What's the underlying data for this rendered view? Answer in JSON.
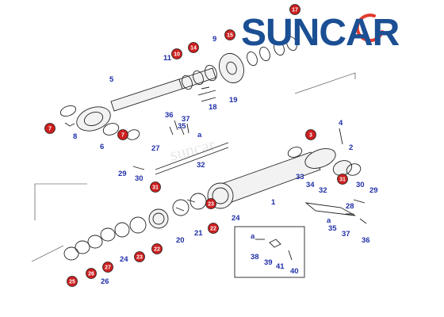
{
  "brand": {
    "logo_text": "SUNCAR",
    "watermark_text": "suncar"
  },
  "colors": {
    "brand_blue": "#1b4f93",
    "brand_arc": "#e23a2e",
    "callout_red": "#cc1f1f",
    "label_blue": "#1f2fa8"
  },
  "labels": [
    "1",
    "2",
    "4",
    "5",
    "6",
    "8",
    "9",
    "11",
    "18",
    "19",
    "20",
    "21",
    "24",
    "24",
    "26",
    "27",
    "28",
    "29",
    "29",
    "30",
    "30",
    "32",
    "32",
    "33",
    "34",
    "35",
    "35",
    "36",
    "36",
    "37",
    "37",
    "38",
    "39",
    "40",
    "41",
    "a",
    "a",
    "a"
  ],
  "callouts": [
    "3",
    "7",
    "7",
    "10",
    "14",
    "15",
    "17",
    "22",
    "22",
    "23",
    "23",
    "25",
    "26",
    "27",
    "31",
    "31"
  ]
}
